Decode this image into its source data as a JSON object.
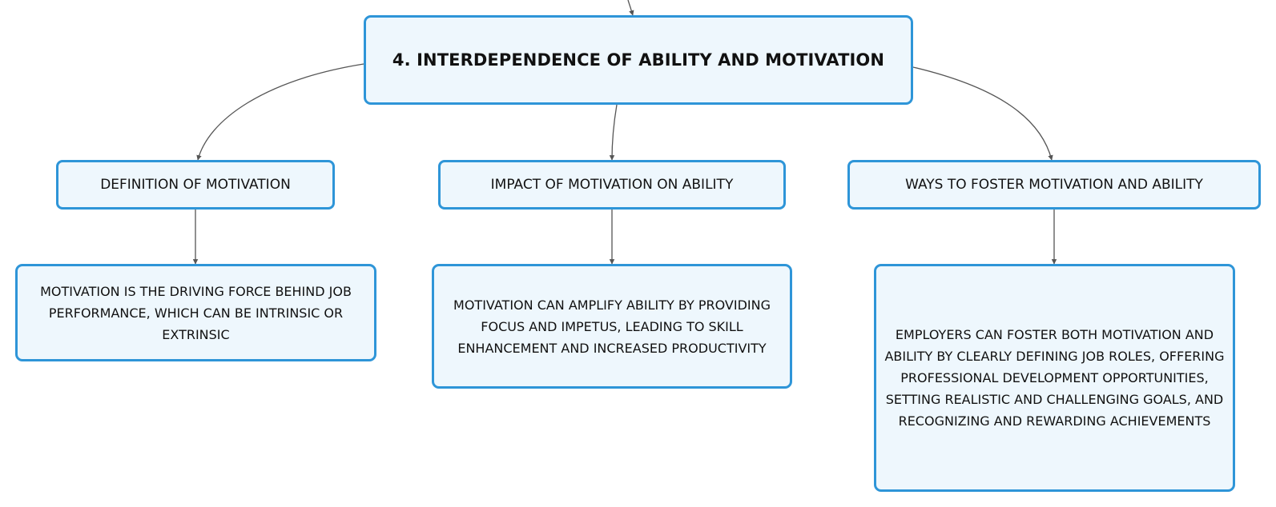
{
  "diagram": {
    "root": {
      "title": "4. INTERDEPENDENCE OF ABILITY AND MOTIVATION"
    },
    "branches": [
      {
        "label": "DEFINITION OF MOTIVATION",
        "detail": "MOTIVATION IS THE DRIVING FORCE BEHIND JOB PERFORMANCE, WHICH CAN BE INTRINSIC OR EXTRINSIC"
      },
      {
        "label": "IMPACT OF MOTIVATION ON ABILITY",
        "detail": "MOTIVATION CAN AMPLIFY ABILITY BY PROVIDING FOCUS AND IMPETUS, LEADING TO SKILL ENHANCEMENT AND INCREASED PRODUCTIVITY"
      },
      {
        "label": "WAYS TO FOSTER MOTIVATION AND ABILITY",
        "detail": "EMPLOYERS CAN FOSTER BOTH MOTIVATION AND ABILITY BY CLEARLY DEFINING JOB ROLES, OFFERING PROFESSIONAL DEVELOPMENT OPPORTUNITIES, SETTING REALISTIC AND CHALLENGING GOALS, AND RECOGNIZING AND REWARDING ACHIEVEMENTS"
      }
    ]
  },
  "colors": {
    "node_border": "#2e95d8",
    "node_fill": "#eef7fd",
    "connector": "#555555",
    "text": "#111111"
  }
}
